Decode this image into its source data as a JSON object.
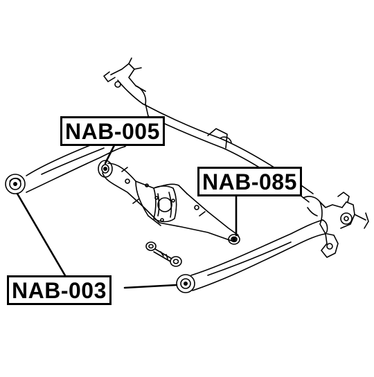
{
  "diagram": {
    "part_labels": [
      {
        "id": "nab-005",
        "text": "NAB-005"
      },
      {
        "id": "nab-085",
        "text": "NAB-085"
      },
      {
        "id": "nab-003",
        "text": "NAB-003"
      }
    ]
  },
  "colors": {
    "line": "#000000",
    "background": "#ffffff"
  }
}
